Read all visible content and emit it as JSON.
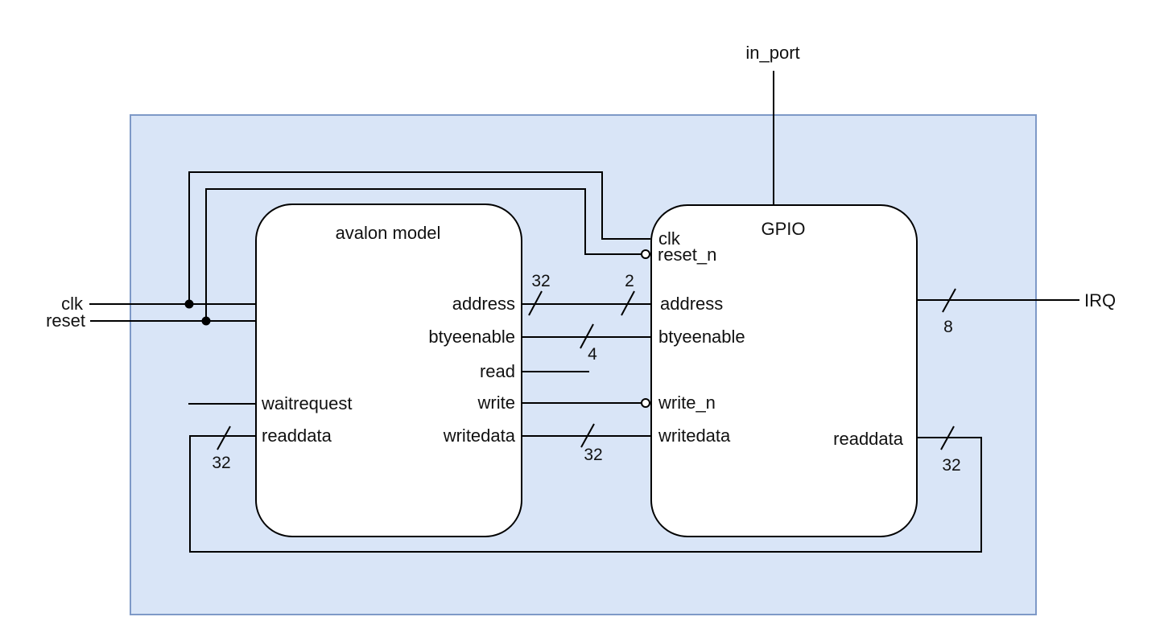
{
  "signals": {
    "clk": "clk",
    "reset": "reset",
    "in_port": "in_port",
    "irq": "IRQ"
  },
  "blocks": {
    "avalon": {
      "title": "avalon model",
      "ports": {
        "address": "address",
        "btyeenable": "btyeenable",
        "read": "read",
        "write": "write",
        "writedata": "writedata",
        "waitrequest": "waitrequest",
        "readdata": "readdata"
      }
    },
    "gpio": {
      "title": "GPIO",
      "ports": {
        "clk": "clk",
        "reset_n": "reset_n",
        "address": "address",
        "btyeenable": "btyeenable",
        "write_n": "write_n",
        "writedata": "writedata",
        "readdata": "readdata"
      }
    }
  },
  "bus_widths": {
    "avalon_address": "32",
    "gpio_address": "2",
    "btyeenable": "4",
    "writedata": "32",
    "avalon_readdata": "32",
    "gpio_readdata": "32",
    "irq": "8"
  },
  "colors": {
    "panel_fill": "#d9e5f7",
    "panel_border": "#7e99c7",
    "wire": "#000000",
    "block_fill": "#ffffff",
    "block_border": "#000000",
    "text": "#111111"
  }
}
